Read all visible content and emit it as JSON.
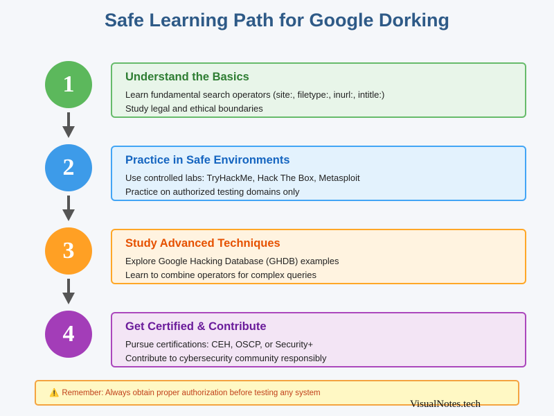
{
  "title": "Safe Learning Path for Google Dorking",
  "steps": [
    {
      "number": "1",
      "title": "Understand the Basics",
      "lines": [
        "Learn fundamental search operators (site:, filetype:, inurl:, intitle:)",
        "Study legal and ethical boundaries"
      ],
      "colors": {
        "circle": "#5cb85c",
        "title": "#2e7d32",
        "border": "#66bb6a",
        "fill": "#e8f5e9"
      }
    },
    {
      "number": "2",
      "title": "Practice in Safe Environments",
      "lines": [
        "Use controlled labs: TryHackMe, Hack The Box, Metasploit",
        "Practice on authorized testing domains only"
      ],
      "colors": {
        "circle": "#3d9be9",
        "title": "#1565c0",
        "border": "#42a5f5",
        "fill": "#e3f2fd"
      }
    },
    {
      "number": "3",
      "title": "Study Advanced Techniques",
      "lines": [
        "Explore Google Hacking Database (GHDB) examples",
        "Learn to combine operators for complex queries"
      ],
      "colors": {
        "circle": "#ffa024",
        "title": "#e65100",
        "border": "#ffa726",
        "fill": "#fff3e0"
      }
    },
    {
      "number": "4",
      "title": "Get Certified & Contribute",
      "lines": [
        "Pursue certifications: CEH, OSCP, or Security+",
        "Contribute to cybersecurity community responsibly"
      ],
      "colors": {
        "circle": "#a33db8",
        "title": "#6a1b9a",
        "border": "#ab47bc",
        "fill": "#f3e5f5"
      }
    }
  ],
  "warning": {
    "icon": "⚠️",
    "icon_name": "warning-icon",
    "text": "Remember: Always obtain proper authorization before testing any system"
  },
  "watermark": "VisualNotes.tech"
}
